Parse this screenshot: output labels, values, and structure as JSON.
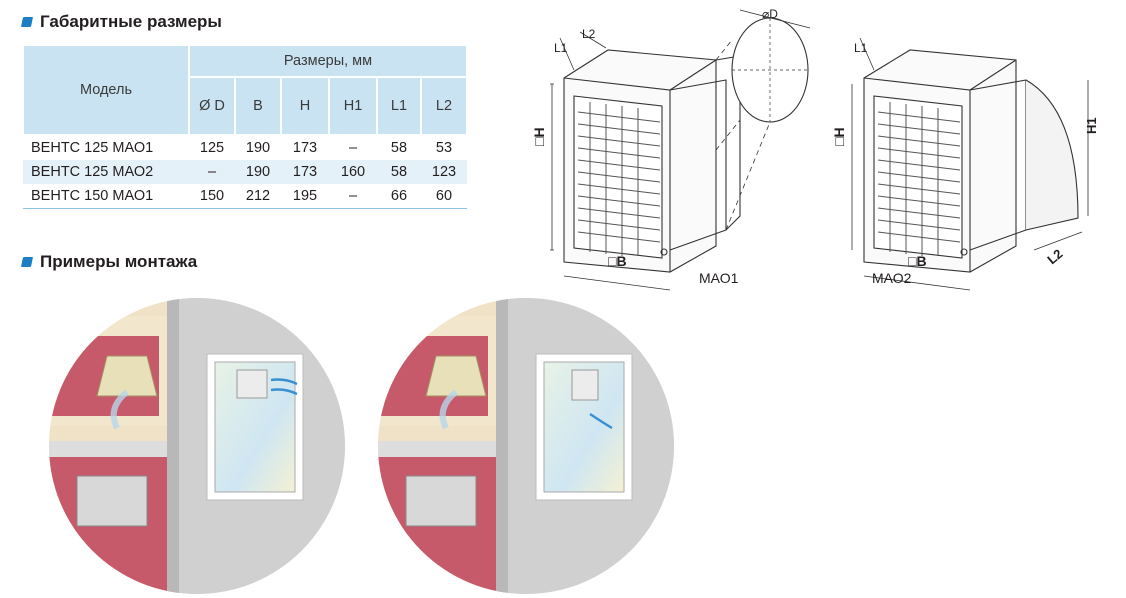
{
  "sections": {
    "sizes_title": "Габаритные размеры",
    "mount_title": "Примеры монтажа"
  },
  "table": {
    "model_header": "Модель",
    "group_header": "Размеры, мм",
    "columns": [
      "Ø D",
      "B",
      "H",
      "H1",
      "L1",
      "L2"
    ],
    "rows": [
      {
        "model": "ВЕНТС 125 МАО1",
        "values": [
          "125",
          "190",
          "173",
          "–",
          "58",
          "53"
        ]
      },
      {
        "model": "ВЕНТС 125 МАО2",
        "values": [
          "–",
          "190",
          "173",
          "160",
          "58",
          "123"
        ]
      },
      {
        "model": "ВЕНТС 150 МАО1",
        "values": [
          "150",
          "212",
          "195",
          "–",
          "66",
          "60"
        ]
      }
    ]
  },
  "drawings": {
    "mao1": {
      "caption": "МАО1",
      "labels": {
        "d": "⌀D",
        "l1": "L1",
        "l2": "L2",
        "h": "□H",
        "b": "□B"
      }
    },
    "mao2": {
      "caption": "МАО2",
      "labels": {
        "l1": "L1",
        "h": "□H",
        "h1": "H1",
        "b": "□B",
        "l2": "L2"
      }
    }
  },
  "colors": {
    "accent": "#1d7fc3",
    "table_header": "#c9e3f3",
    "table_alt_row": "#e4f1f9"
  }
}
